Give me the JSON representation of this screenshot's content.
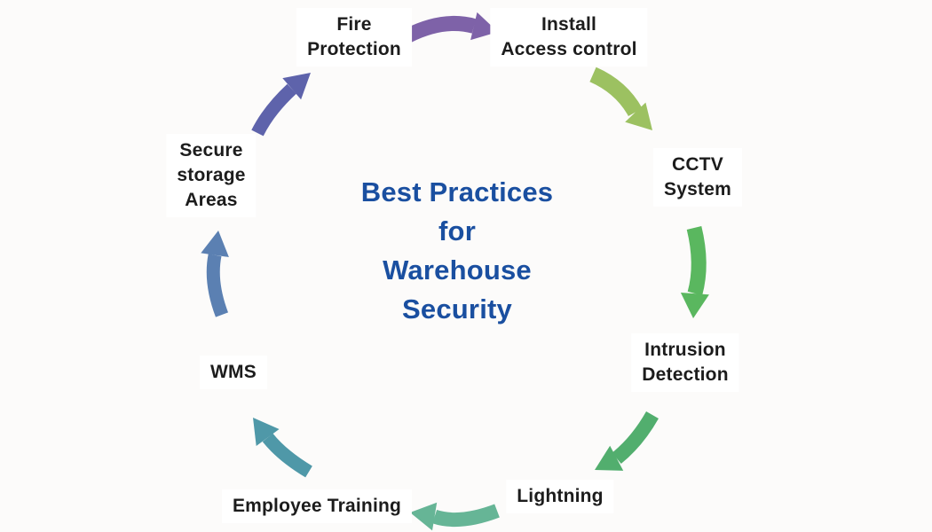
{
  "diagram": {
    "background": "#fcfbfa",
    "text_color": "#1c1c1c",
    "title": {
      "color": "#1a4fa0",
      "lines": [
        "Best Practices",
        "for",
        "Warehouse",
        "Security"
      ]
    },
    "steps": [
      {
        "id": "fire-protection",
        "lines": [
          "Fire",
          "Protection"
        ]
      },
      {
        "id": "install-access-control",
        "lines": [
          "Install",
          "Access control"
        ]
      },
      {
        "id": "cctv-system",
        "lines": [
          "CCTV",
          "System"
        ]
      },
      {
        "id": "intrusion-detection",
        "lines": [
          "Intrusion",
          "Detection"
        ]
      },
      {
        "id": "lightning",
        "lines": [
          "Lightning"
        ]
      },
      {
        "id": "employee-training",
        "lines": [
          "Employee Training"
        ]
      },
      {
        "id": "wms",
        "lines": [
          "WMS"
        ]
      },
      {
        "id": "secure-storage-areas",
        "lines": [
          "Secure",
          "storage",
          "Areas"
        ]
      }
    ],
    "arrows": [
      {
        "name": "fire-protection-to-install-access-control",
        "color": "#7e62a8"
      },
      {
        "name": "install-access-control-to-cctv-system",
        "color": "#9cc161"
      },
      {
        "name": "cctv-system-to-intrusion-detection",
        "color": "#5ab75f"
      },
      {
        "name": "intrusion-detection-to-lightning",
        "color": "#52ae6e"
      },
      {
        "name": "lightning-to-employee-training",
        "color": "#66b596"
      },
      {
        "name": "employee-training-to-wms",
        "color": "#4f98a8"
      },
      {
        "name": "wms-to-secure-storage-areas",
        "color": "#5b80b2"
      },
      {
        "name": "secure-storage-areas-to-fire-protection",
        "color": "#5e63ab"
      }
    ]
  }
}
